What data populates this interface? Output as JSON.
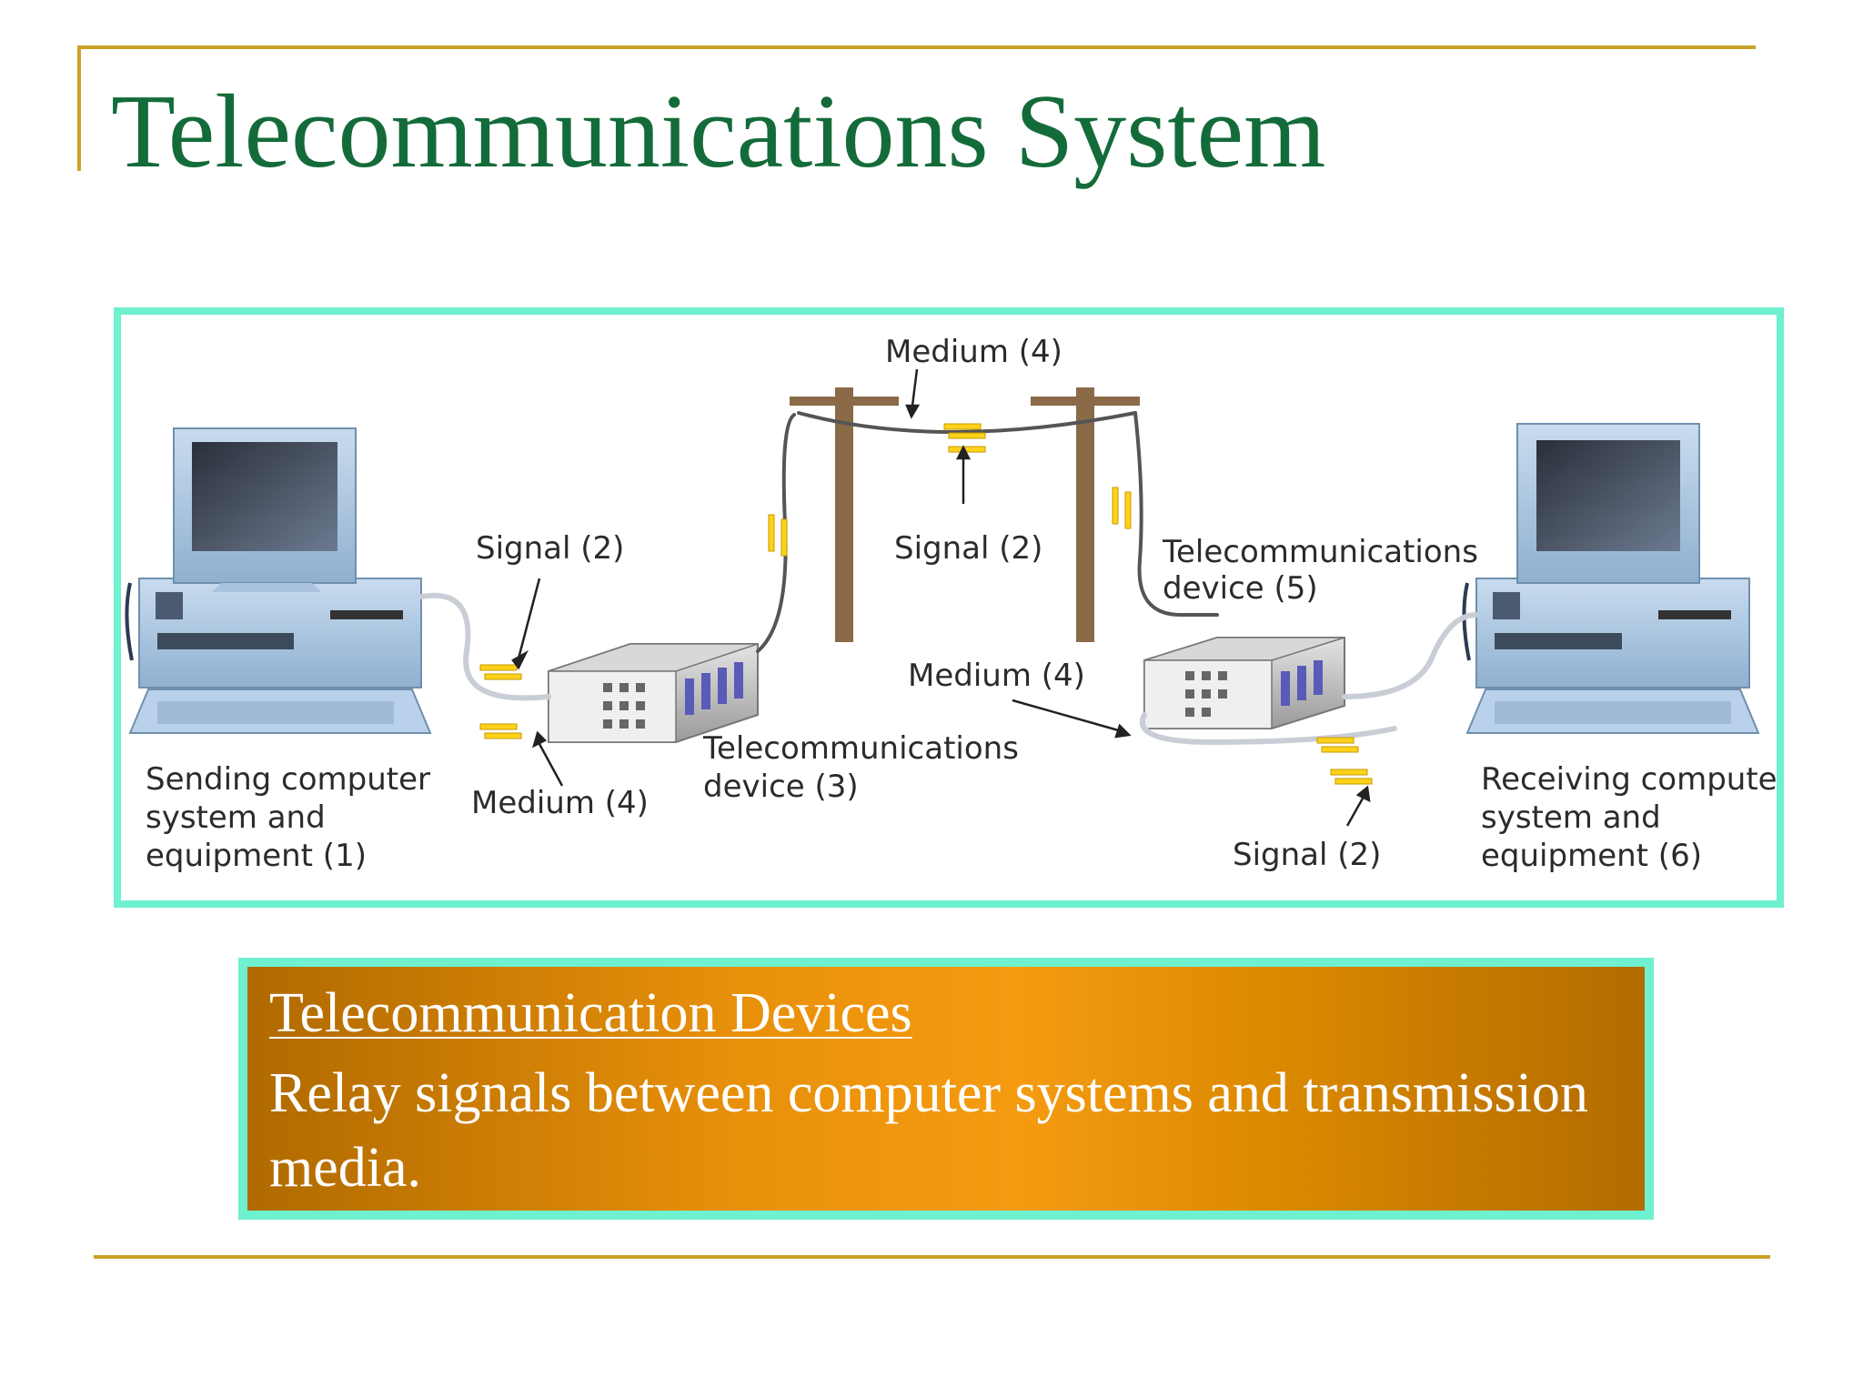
{
  "slide": {
    "title": "Telecommunications System"
  },
  "diagram": {
    "labels": {
      "medium_top": "Medium (4)",
      "signal_left": "Signal (2)",
      "signal_mid": "Signal (2)",
      "telecom_device_5_line1": "Telecommunications",
      "telecom_device_5_line2": "device (5)",
      "medium_mid": "Medium (4)",
      "telecom_device_3_line1": "Telecommunications",
      "telecom_device_3_line2": "device (3)",
      "medium_left": "Medium (4)",
      "signal_right": "Signal (2)",
      "sending_line1": "Sending computer",
      "sending_line2": "system and",
      "sending_line3": "equipment (1)",
      "receiving_line1": "Receiving computer",
      "receiving_line2": "system and",
      "receiving_line3": "equipment (6)"
    }
  },
  "callout": {
    "heading": "Telecommunication Devices",
    "body": "Relay signals between computer systems and transmission media."
  },
  "colors": {
    "title": "#146b3a",
    "rule": "#c9a227",
    "frame_border": "#6ff0cf",
    "callout_text": "#ffffff"
  }
}
